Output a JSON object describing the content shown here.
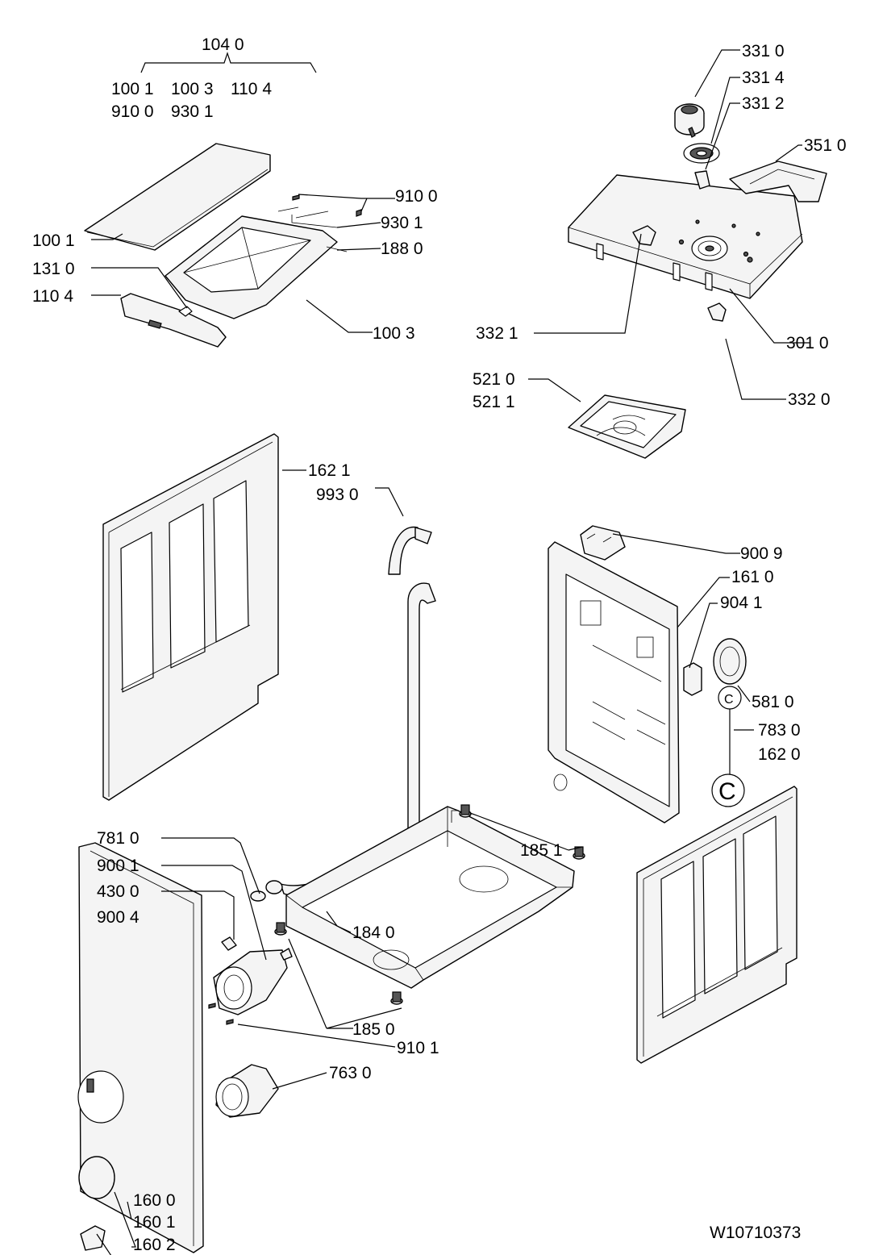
{
  "drawing_number": "W10710373",
  "labels": {
    "l1040": "104 0",
    "l1001a": "100 1",
    "l1003a": "100 3",
    "l1104a": "110 4",
    "l9100a": "910 0",
    "l9301a": "930 1",
    "l9100": "910 0",
    "l9301": "930 1",
    "l1880": "188 0",
    "l1001": "100 1",
    "l1310": "131 0",
    "l1104": "110 4",
    "l1003": "100 3",
    "l3310": "331 0",
    "l3314": "331 4",
    "l3312": "331 2",
    "l3510": "351 0",
    "l3321": "332 1",
    "l3010": "301 0",
    "l3320": "332 0",
    "l5210": "521 0",
    "l5211": "521 1",
    "l1621": "162 1",
    "l9930": "993 0",
    "l9009": "900 9",
    "l1610": "161 0",
    "l9041": "904 1",
    "l5810": "581 0",
    "l7830": "783 0",
    "l1620": "162 0",
    "l7810": "781 0",
    "l1851": "185 1",
    "l9001": "900 1",
    "l4300": "430 0",
    "l9004": "900 4",
    "l1840": "184 0",
    "l1850": "185 0",
    "l9101": "910 1",
    "l7630": "763 0",
    "l1600": "160 0",
    "l1601": "160 1",
    "l1602": "160 2",
    "clip_c_small": "C",
    "clip_c_large": "C"
  }
}
